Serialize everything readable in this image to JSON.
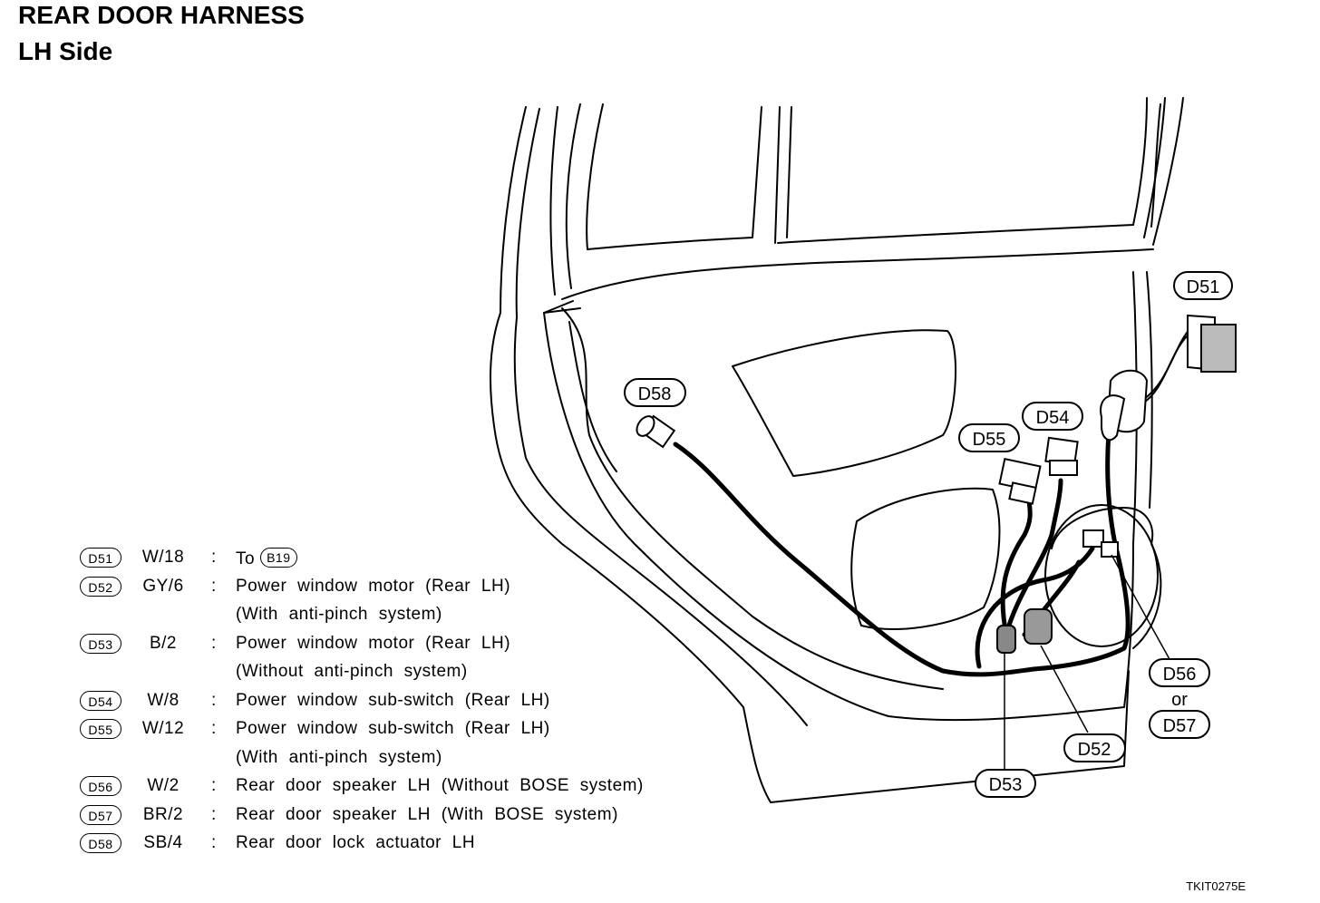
{
  "title": "REAR DOOR HARNESS",
  "subtitle": "LH Side",
  "legend": [
    {
      "code": "D51",
      "wire": "W/18",
      "desc": "To",
      "ref": "B19"
    },
    {
      "code": "D52",
      "wire": "GY/6",
      "desc": "Power window motor (Rear LH)"
    },
    {
      "code": "",
      "wire": "",
      "desc": "(With anti-pinch system)"
    },
    {
      "code": "D53",
      "wire": "B/2",
      "desc": "Power window motor (Rear LH)"
    },
    {
      "code": "",
      "wire": "",
      "desc": "(Without anti-pinch system)"
    },
    {
      "code": "D54",
      "wire": "W/8",
      "desc": "Power window sub-switch (Rear LH)"
    },
    {
      "code": "D55",
      "wire": "W/12",
      "desc": "Power window sub-switch (Rear LH)"
    },
    {
      "code": "",
      "wire": "",
      "desc": "(With anti-pinch system)"
    },
    {
      "code": "D56",
      "wire": "W/2",
      "desc": "Rear door speaker LH (Without BOSE system)"
    },
    {
      "code": "D57",
      "wire": "BR/2",
      "desc": "Rear door speaker LH (With BOSE system)"
    },
    {
      "code": "D58",
      "wire": "SB/4",
      "desc": "Rear door lock actuator LH"
    }
  ],
  "callouts": {
    "d51": "D51",
    "d52": "D52",
    "d53": "D53",
    "d54": "D54",
    "d55": "D55",
    "d56": "D56",
    "or": "or",
    "d57": "D57",
    "d58": "D58"
  },
  "colon": ":",
  "figure_ref": "TKIT0275E"
}
